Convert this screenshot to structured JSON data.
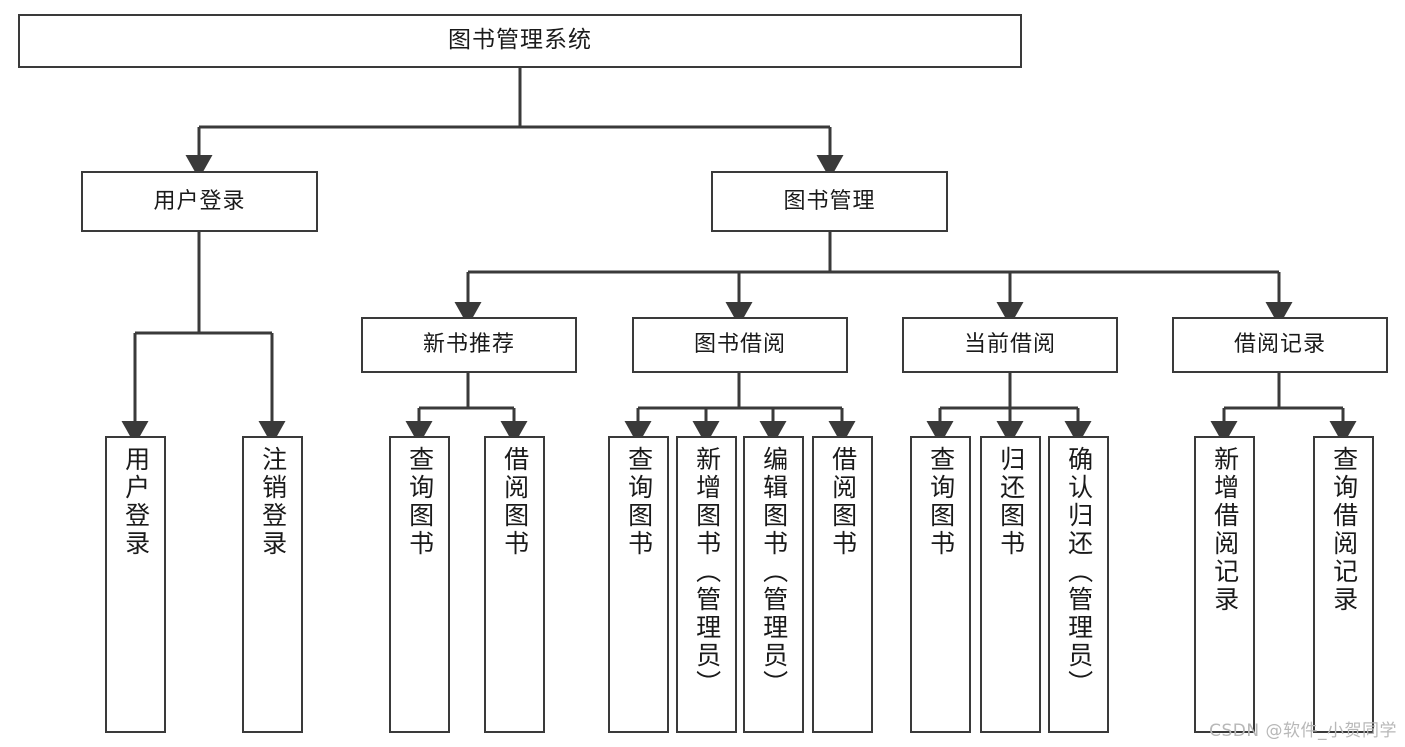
{
  "diagram": {
    "kind": "hierarchy-tree",
    "title": "图书管理系统",
    "colors": {
      "box_border": "#3a3a3a",
      "box_fill": "#ffffff",
      "edge": "#3a3a3a",
      "text": "#1a1a1a",
      "watermark": "#b8b8b8",
      "background": "#ffffff"
    },
    "watermark": "CSDN @软件_小贺同学",
    "levels": {
      "level1": [
        {
          "id": "root",
          "label": "图书管理系统",
          "orientation": "horizontal"
        }
      ],
      "level2": [
        {
          "id": "user-login",
          "label": "用户登录",
          "orientation": "horizontal"
        },
        {
          "id": "book-manage",
          "label": "图书管理",
          "orientation": "horizontal"
        }
      ],
      "level3": [
        {
          "id": "new-book-rec",
          "label": "新书推荐",
          "orientation": "horizontal"
        },
        {
          "id": "book-borrow",
          "label": "图书借阅",
          "orientation": "horizontal"
        },
        {
          "id": "current-borrow",
          "label": "当前借阅",
          "orientation": "horizontal"
        },
        {
          "id": "borrow-record",
          "label": "借阅记录",
          "orientation": "horizontal"
        }
      ],
      "level4": [
        {
          "id": "leaf-user-login",
          "label": "用户登录",
          "parent": "user-login",
          "orientation": "vertical"
        },
        {
          "id": "leaf-logout",
          "label": "注销登录",
          "parent": "user-login",
          "orientation": "vertical"
        },
        {
          "id": "leaf-query-book-1",
          "label": "查询图书",
          "parent": "new-book-rec",
          "orientation": "vertical"
        },
        {
          "id": "leaf-borrow-book-1",
          "label": "借阅图书",
          "parent": "new-book-rec",
          "orientation": "vertical"
        },
        {
          "id": "leaf-query-book-2",
          "label": "查询图书",
          "parent": "book-borrow",
          "orientation": "vertical"
        },
        {
          "id": "leaf-add-book",
          "label": "新增图书（管理员）",
          "parent": "book-borrow",
          "orientation": "vertical"
        },
        {
          "id": "leaf-edit-book",
          "label": "编辑图书（管理员）",
          "parent": "book-borrow",
          "orientation": "vertical"
        },
        {
          "id": "leaf-borrow-book-2",
          "label": "借阅图书",
          "parent": "book-borrow",
          "orientation": "vertical"
        },
        {
          "id": "leaf-query-book-3",
          "label": "查询图书",
          "parent": "current-borrow",
          "orientation": "vertical"
        },
        {
          "id": "leaf-return-book",
          "label": "归还图书",
          "parent": "current-borrow",
          "orientation": "vertical"
        },
        {
          "id": "leaf-confirm-return",
          "label": "确认归还（管理员）",
          "parent": "current-borrow",
          "orientation": "vertical"
        },
        {
          "id": "leaf-add-record",
          "label": "新增借阅记录",
          "parent": "borrow-record",
          "orientation": "vertical"
        },
        {
          "id": "leaf-query-record",
          "label": "查询借阅记录",
          "parent": "borrow-record",
          "orientation": "vertical"
        }
      ]
    }
  }
}
